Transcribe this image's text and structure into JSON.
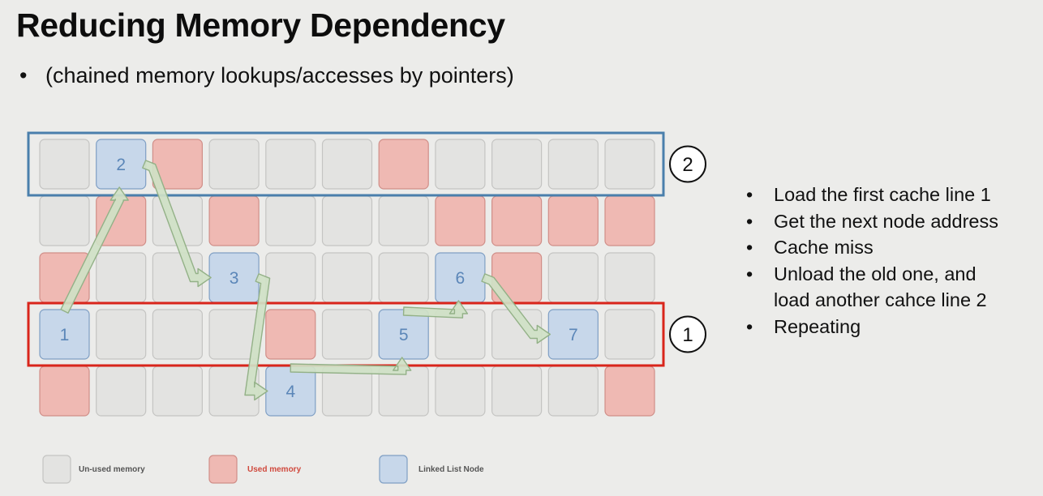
{
  "slide": {
    "title": "Reducing Memory Dependency",
    "subtitle": "(chained memory lookups/accesses by pointers)"
  },
  "grid": {
    "rows": [
      [
        "unused",
        "node",
        "used",
        "unused",
        "unused",
        "unused",
        "used",
        "unused",
        "unused",
        "unused",
        "unused"
      ],
      [
        "unused",
        "used",
        "unused",
        "used",
        "unused",
        "unused",
        "unused",
        "used",
        "used",
        "used",
        "used"
      ],
      [
        "used",
        "unused",
        "unused",
        "node",
        "unused",
        "unused",
        "unused",
        "node",
        "used",
        "unused",
        "unused"
      ],
      [
        "node",
        "unused",
        "unused",
        "unused",
        "used",
        "unused",
        "node",
        "unused",
        "unused",
        "node",
        "unused"
      ],
      [
        "used",
        "unused",
        "unused",
        "unused",
        "node",
        "unused",
        "unused",
        "unused",
        "unused",
        "unused",
        "used"
      ]
    ],
    "nodes": [
      {
        "label": "1",
        "row": 3,
        "col": 0
      },
      {
        "label": "2",
        "row": 0,
        "col": 1
      },
      {
        "label": "3",
        "row": 2,
        "col": 3
      },
      {
        "label": "4",
        "row": 4,
        "col": 4
      },
      {
        "label": "5",
        "row": 3,
        "col": 6
      },
      {
        "label": "6",
        "row": 2,
        "col": 7
      },
      {
        "label": "7",
        "row": 3,
        "col": 9
      }
    ],
    "cache_lines": [
      {
        "label": "2",
        "row": 0,
        "color": "#4a7fac"
      },
      {
        "label": "1",
        "row": 3,
        "color": "#d9251b"
      }
    ]
  },
  "colors": {
    "unused_fill": "#e3e3e1",
    "unused_stroke": "#c4c4c2",
    "used_fill": "#efb9b3",
    "used_stroke": "#d08e88",
    "node_fill": "#c7d7ea",
    "node_stroke": "#7f9fc4",
    "arrow_fill": "#cfe1c6",
    "arrow_stroke": "#93b187"
  },
  "notes": [
    "Load the first cache line 1",
    "Get the next node address",
    "Cache miss",
    "Unload the old one, and\nload another cahce line 2",
    "Repeating"
  ],
  "legend": {
    "unused": "Un-used memory",
    "used": "Used memory",
    "node": "Linked List Node",
    "used_text_color": "#d0493d",
    "default_text_color": "#555555"
  }
}
